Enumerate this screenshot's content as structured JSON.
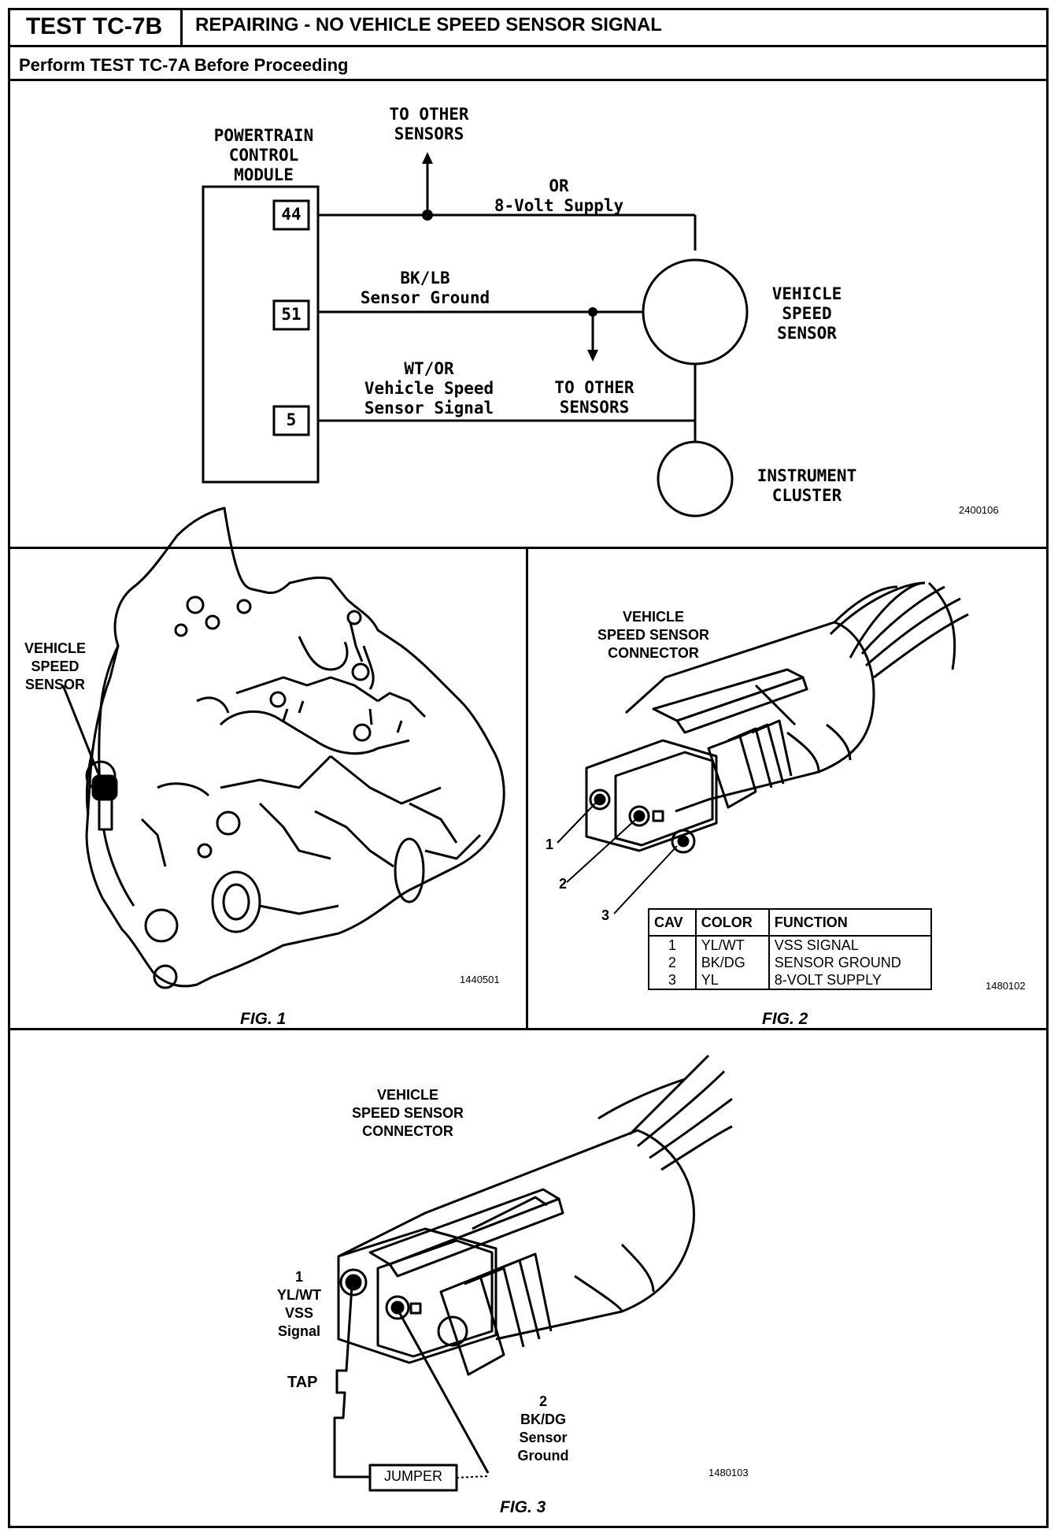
{
  "header": {
    "test_id": "TEST TC-7B",
    "title": "REPAIRING - NO VEHICLE SPEED SENSOR SIGNAL",
    "subtitle": "Perform TEST TC-7A Before Proceeding"
  },
  "schematic": {
    "pcm_label_1": "POWERTRAIN",
    "pcm_label_2": "CONTROL",
    "pcm_label_3": "MODULE",
    "pin_44": "44",
    "pin_51": "51",
    "pin_5": "5",
    "to_other_1a": "TO OTHER",
    "to_other_1b": "SENSORS",
    "supply_1": "OR",
    "supply_2": "8-Volt Supply",
    "ground_1": "BK/LB",
    "ground_2": "Sensor Ground",
    "signal_1": "WT/OR",
    "signal_2": "Vehicle Speed",
    "signal_3": "Sensor Signal",
    "to_other_2a": "TO OTHER",
    "to_other_2b": "SENSORS",
    "vss_1": "VEHICLE",
    "vss_2": "SPEED",
    "vss_3": "SENSOR",
    "cluster_1": "INSTRUMENT",
    "cluster_2": "CLUSTER",
    "ref": "2400106"
  },
  "fig1": {
    "label_1": "VEHICLE",
    "label_2": "SPEED",
    "label_3": "SENSOR",
    "ref": "1440501",
    "caption": "FIG. 1"
  },
  "fig2": {
    "title_1": "VEHICLE",
    "title_2": "SPEED SENSOR",
    "title_3": "CONNECTOR",
    "pin_1": "1",
    "pin_2": "2",
    "pin_3": "3",
    "table": {
      "headers": [
        "CAV",
        "COLOR",
        "FUNCTION"
      ],
      "rows": [
        [
          "1",
          "YL/WT",
          "VSS SIGNAL"
        ],
        [
          "2",
          "BK/DG",
          "SENSOR GROUND"
        ],
        [
          "3",
          "YL",
          "8-VOLT SUPPLY"
        ]
      ]
    },
    "ref": "1480102",
    "caption": "FIG. 2"
  },
  "fig3": {
    "title_1": "VEHICLE",
    "title_2": "SPEED SENSOR",
    "title_3": "CONNECTOR",
    "pin1_1": "1",
    "pin1_2": "YL/WT",
    "pin1_3": "VSS",
    "pin1_4": "Signal",
    "tap": "TAP",
    "pin2_1": "2",
    "pin2_2": "BK/DG",
    "pin2_3": "Sensor",
    "pin2_4": "Ground",
    "jumper": "JUMPER",
    "ref": "1480103",
    "caption": "FIG. 3"
  }
}
